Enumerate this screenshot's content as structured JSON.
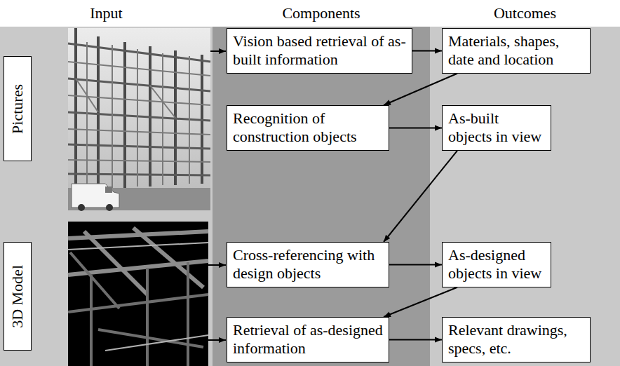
{
  "diagram": {
    "nodes": [
      {
        "text": [
          "Input"
        ]
      },
      {
        "text": [
          "Components"
        ]
      },
      {
        "text": [
          "Outcomes"
        ]
      },
      {
        "text": [
          "Pictures"
        ],
        "in": 0
      },
      {
        "text": [
          "3D Model"
        ],
        "in": 0
      },
      {
        "text": [
          "Vision based retrieval of as-built information"
        ],
        "in": 1
      },
      {
        "text": [
          "Materials, shapes, date and location"
        ],
        "in": 2
      },
      {
        "text": [
          "Recognition of construction objects"
        ],
        "in": 1
      },
      {
        "text": [
          "As-built objects in view"
        ],
        "in": 2
      },
      {
        "text": [
          "Cross-referencing with design objects"
        ],
        "in": 1
      },
      {
        "text": [
          "As-designed objects in view"
        ],
        "in": 2
      },
      {
        "text": [
          "Retrieval of as-designed information"
        ],
        "in": 1
      },
      {
        "text": [
          "Relevant drawings, specs, etc."
        ],
        "in": 2
      }
    ],
    "edges": [
      {
        "from": 5,
        "to": 6,
        "arrow": "to"
      },
      {
        "from": 6,
        "to": 7,
        "arrow": "to"
      },
      {
        "from": 7,
        "to": 8,
        "arrow": "to"
      },
      {
        "from": 8,
        "to": 9,
        "arrow": "to"
      },
      {
        "from": 9,
        "to": 10,
        "arrow": "to"
      },
      {
        "from": 10,
        "to": 11,
        "arrow": "to"
      },
      {
        "from": 11,
        "to": 12,
        "arrow": "to"
      }
    ]
  }
}
